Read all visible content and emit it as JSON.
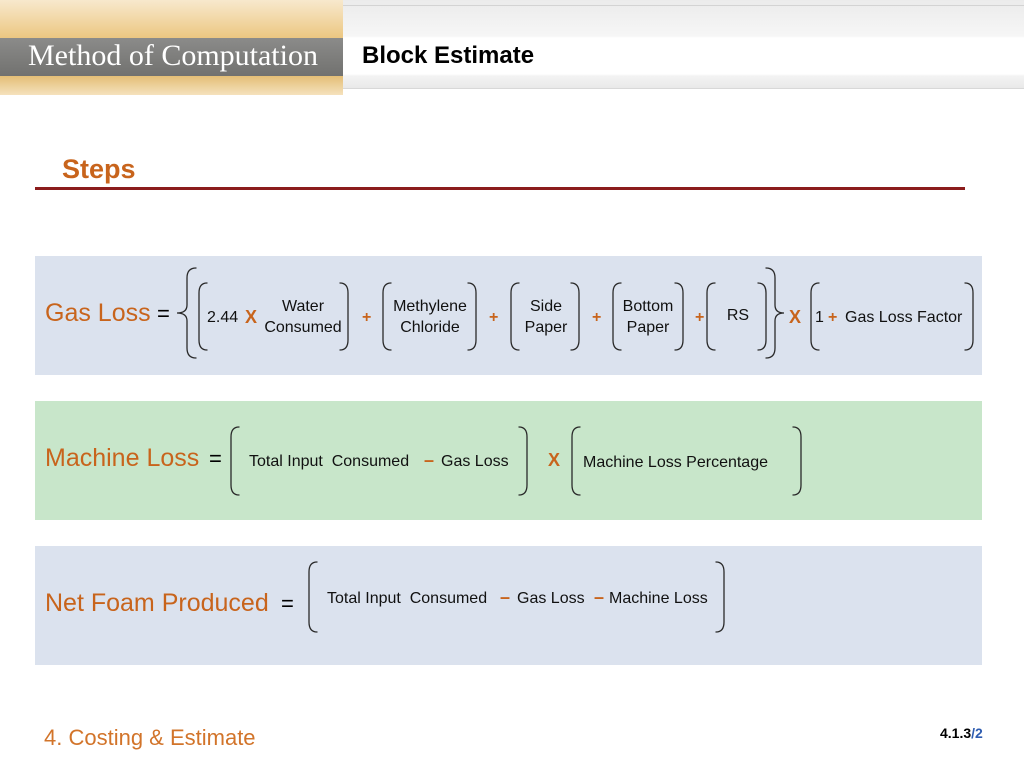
{
  "header": {
    "section_title": "Method of Computation",
    "slide_title": "Block Estimate"
  },
  "steps": {
    "heading": "Steps"
  },
  "gas_loss": {
    "label": "Gas Loss",
    "equals": "=",
    "coefficient": "2.44",
    "multiply_inner": "X",
    "terms": [
      {
        "line1": "Water",
        "line2": "Consumed"
      },
      {
        "line1": "Methylene",
        "line2": "Chloride"
      },
      {
        "line1": "Side",
        "line2": "Paper"
      },
      {
        "line1": "Bottom",
        "line2": "Paper"
      },
      {
        "line1": "RS"
      }
    ],
    "plus_signs": [
      "+",
      "+",
      "+",
      "+"
    ],
    "multiply_outer": "X",
    "factor_one": "1",
    "factor_plus": "+",
    "factor_term": "Gas Loss Factor"
  },
  "machine_loss": {
    "label": "Machine Loss",
    "equals": "=",
    "term_input": "Total Input  Consumed",
    "minus": "–",
    "term_gas_loss": "Gas Loss",
    "multiply": "X",
    "term_percentage": "Machine Loss Percentage"
  },
  "net_foam": {
    "label": "Net Foam Produced",
    "equals": "=",
    "term_input": "Total Input  Consumed",
    "minus_1": "–",
    "term_gas_loss": "Gas Loss",
    "minus_2": "–",
    "term_machine_loss": "Machine Loss"
  },
  "footer": {
    "chapter": "4. Costing & Estimate",
    "slide_number": "4.1.3",
    "slide_total": "/2"
  },
  "colors": {
    "accent_orange": "#c8641c",
    "footer_orange": "#d2742a",
    "rule_red": "#8b1c1c",
    "box_blue": "#dbe2ee",
    "box_green": "#c8e6ca",
    "page_total_blue": "#2e5cb0",
    "header_gray": "#7e7e7c",
    "header_gold": "#ebc47a"
  }
}
